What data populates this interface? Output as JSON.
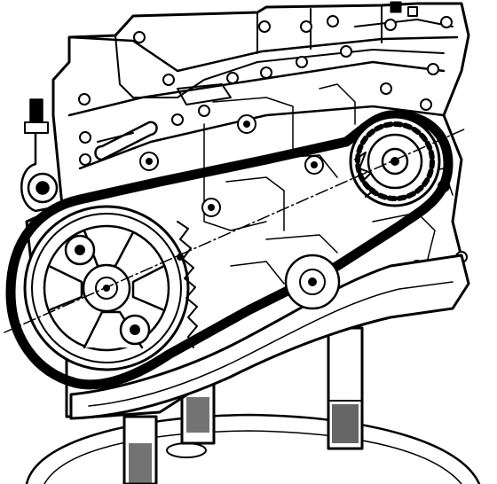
{
  "figure": {
    "kind": "line-drawing",
    "ink_color": "#000000",
    "paper_color": "#ffffff",
    "depicts": [
      "camshaft-sprocket",
      "crankshaft-sprocket",
      "intermediate-sprocket",
      "timing-chain",
      "chain-tensioner-guide",
      "engine-block",
      "support-posts"
    ]
  }
}
